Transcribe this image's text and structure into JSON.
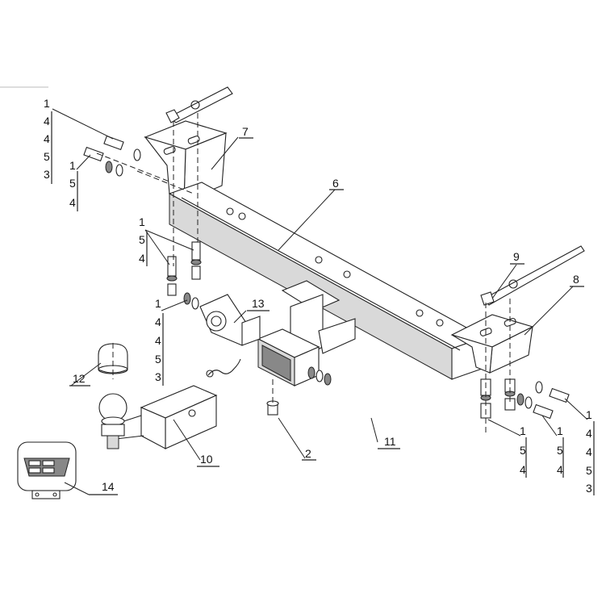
{
  "callouts": {
    "c1": "1",
    "c2": "2",
    "c6": "6",
    "c7": "7",
    "c8": "8",
    "c9": "9",
    "c10": "10",
    "c11": "11",
    "c12": "12",
    "c13": "13",
    "c14": "14"
  },
  "stacks": {
    "top_left_a": [
      "1",
      "4",
      "4",
      "5",
      "3"
    ],
    "top_left_b": [
      "1",
      "5",
      "4"
    ],
    "mid_left": [
      "1",
      "5",
      "4"
    ],
    "lower_left": [
      "1",
      "4",
      "4",
      "5",
      "3"
    ],
    "right_a": [
      "1",
      "5",
      "4"
    ],
    "right_b": [
      "1",
      "5",
      "4"
    ],
    "right_c": [
      "1",
      "4",
      "4",
      "5",
      "3"
    ]
  },
  "colors": {
    "line": "#222222",
    "fill": "#ffffff",
    "shade": "#d9d9d9"
  }
}
